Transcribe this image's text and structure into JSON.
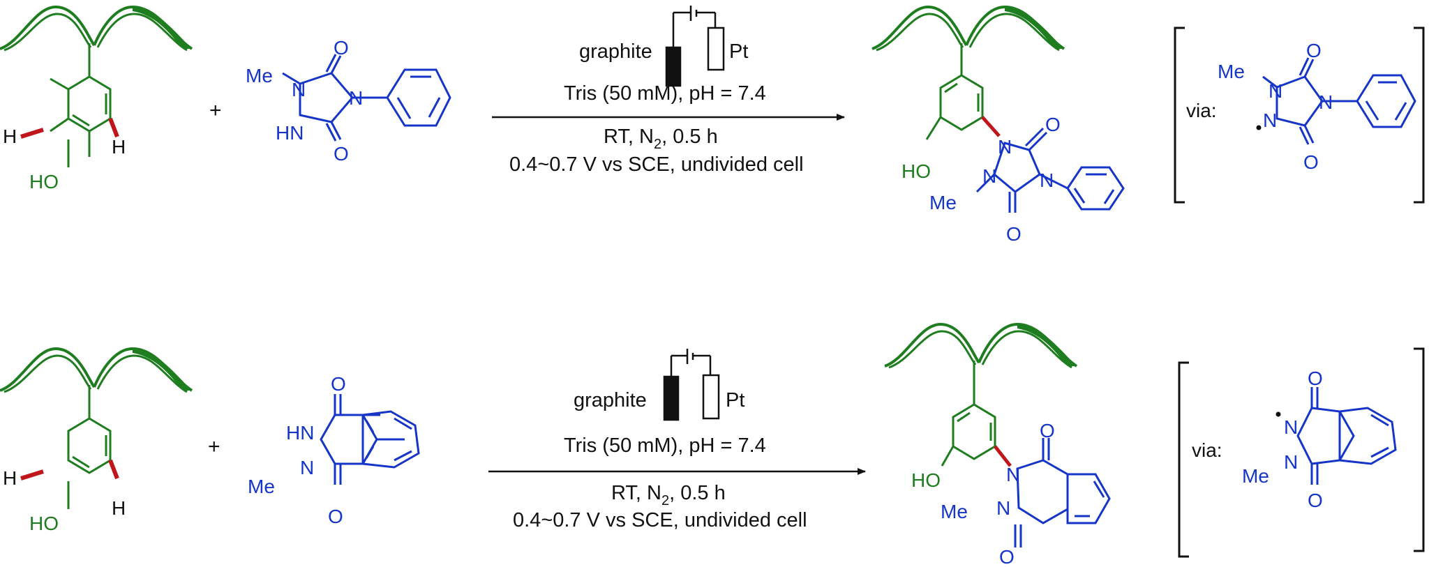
{
  "colors": {
    "protein": "#1e7d1e",
    "reagent": "#1535c8",
    "bond_highlight": "#c0161b",
    "text": "#111111"
  },
  "reactions": [
    {
      "substrate": {
        "H_left": "H",
        "H_right": "H",
        "OH": "HO"
      },
      "plus": "+",
      "reagent": {
        "Me": "Me",
        "N1": "N",
        "NH": "HN",
        "N4": "N",
        "O_top": "O",
        "O_bot": "O"
      },
      "conditions": {
        "anode": "graphite",
        "cathode": "Pt",
        "buffer": "Tris (50 mM), pH = 7.4",
        "line2_prefix": "RT,  N",
        "line2_sub": "2",
        "line2_suffix": ", 0.5 h",
        "line3": "0.4~0.7 V vs SCE, undivided cell"
      },
      "product": {
        "OH": "HO",
        "N1": "N",
        "N2": "N",
        "N4": "N",
        "Me": "Me",
        "O_top": "O",
        "O_bot": "O"
      },
      "intermediate": {
        "via": "via:",
        "Me": "Me",
        "N1": "N",
        "N2": "N",
        "N4": "N",
        "O_top": "O",
        "O_bot": "O"
      }
    },
    {
      "substrate": {
        "H_left": "H",
        "H_right": "H",
        "OH": "HO"
      },
      "plus": "+",
      "reagent": {
        "NH": "HN",
        "N": "N",
        "Me": "Me",
        "O_top": "O",
        "O_bot": "O"
      },
      "conditions": {
        "anode": "graphite",
        "cathode": "Pt",
        "buffer": "Tris (50 mM), pH = 7.4",
        "line2_prefix": "RT,  N",
        "line2_sub": "2",
        "line2_suffix": ", 0.5 h",
        "line3": "0.4~0.7 V vs SCE, undivided cell"
      },
      "product": {
        "OH": "HO",
        "N1": "N",
        "N2": "N",
        "Me": "Me",
        "O_top": "O",
        "O_bot": "O"
      },
      "intermediate": {
        "via": "via:",
        "N1": "N",
        "N2": "N",
        "Me": "Me",
        "O_top": "O",
        "O_bot": "O"
      }
    }
  ]
}
